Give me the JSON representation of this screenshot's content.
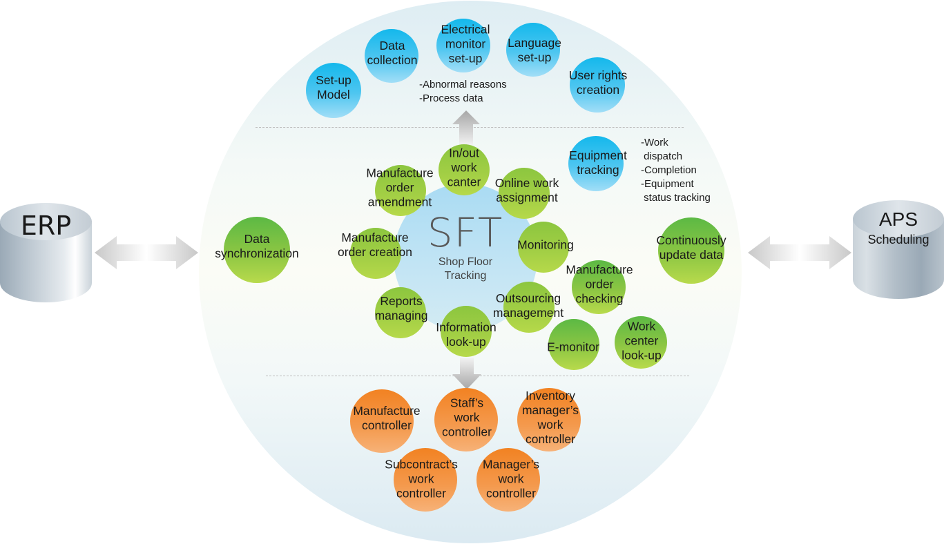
{
  "diagram": {
    "title": "SFT",
    "subtitle": "Shop Floor\nTracking",
    "external_systems": {
      "erp": {
        "label": "ERP"
      },
      "aps": {
        "label": "APS",
        "sublabel": "Scheduling"
      }
    },
    "connectors": {
      "erp_node": "Data\nsynchronization",
      "aps_node": "Continuously\nupdate data"
    },
    "setup_layer": {
      "nodes": [
        {
          "id": "setup-model",
          "label": "Set-up\nModel"
        },
        {
          "id": "data-collection",
          "label": "Data\ncollection"
        },
        {
          "id": "electrical-monitor-setup",
          "label": "Electrical\nmonitor\nset-up"
        },
        {
          "id": "language-setup",
          "label": "Language\nset-up"
        },
        {
          "id": "user-rights-creation",
          "label": "User rights\ncreation"
        }
      ],
      "note": "-Abnormal reasons\n-Process data"
    },
    "core_functions": {
      "nodes": [
        {
          "id": "in-out-work-center",
          "label": "In/out\nwork\ncanter"
        },
        {
          "id": "manufacture-order-amendment",
          "label": "Manufacture\norder\namendment"
        },
        {
          "id": "online-work-assignment",
          "label": "Online work\nassignment"
        },
        {
          "id": "manufacture-order-creation",
          "label": "Manufacture\norder creation"
        },
        {
          "id": "monitoring",
          "label": "Monitoring"
        },
        {
          "id": "reports-managing",
          "label": "Reports\nmanaging"
        },
        {
          "id": "information-look-up",
          "label": "Information\nlook-up"
        },
        {
          "id": "outsourcing-management",
          "label": "Outsourcing\nmanagement"
        }
      ]
    },
    "extended_functions": {
      "equipment_tracking": {
        "label": "Equipment\ntracking"
      },
      "equipment_note": "-Work\n dispatch\n-Completion\n-Equipment\n status tracking",
      "nodes": [
        {
          "id": "manufacture-order-checking",
          "label": "Manufacture\norder\nchecking"
        },
        {
          "id": "e-monitor",
          "label": "E-monitor"
        },
        {
          "id": "work-center-look-up",
          "label": "Work\ncenter\nlook-up"
        }
      ]
    },
    "controller_layer": {
      "nodes": [
        {
          "id": "manufacture-controller",
          "label": "Manufacture\ncontroller"
        },
        {
          "id": "staffs-work-controller",
          "label": "Staff’s\nwork\ncontroller"
        },
        {
          "id": "inventory-managers-work-controller",
          "label": "Inventory\nmanager’s\nwork\ncontroller"
        },
        {
          "id": "subcontracts-work-controller",
          "label": "Subcontract’s\nwork\ncontroller"
        },
        {
          "id": "managers-work-controller",
          "label": "Manager’s\nwork\ncontroller"
        }
      ]
    },
    "colors": {
      "setup_blue": "#14b8ec",
      "function_green": "#8cc63f",
      "connector_green": "#5cb944",
      "controller_orange": "#f28222",
      "core_blue": "#a9dbf3",
      "text": "#1a1a1a",
      "core_text": "#595959"
    }
  }
}
